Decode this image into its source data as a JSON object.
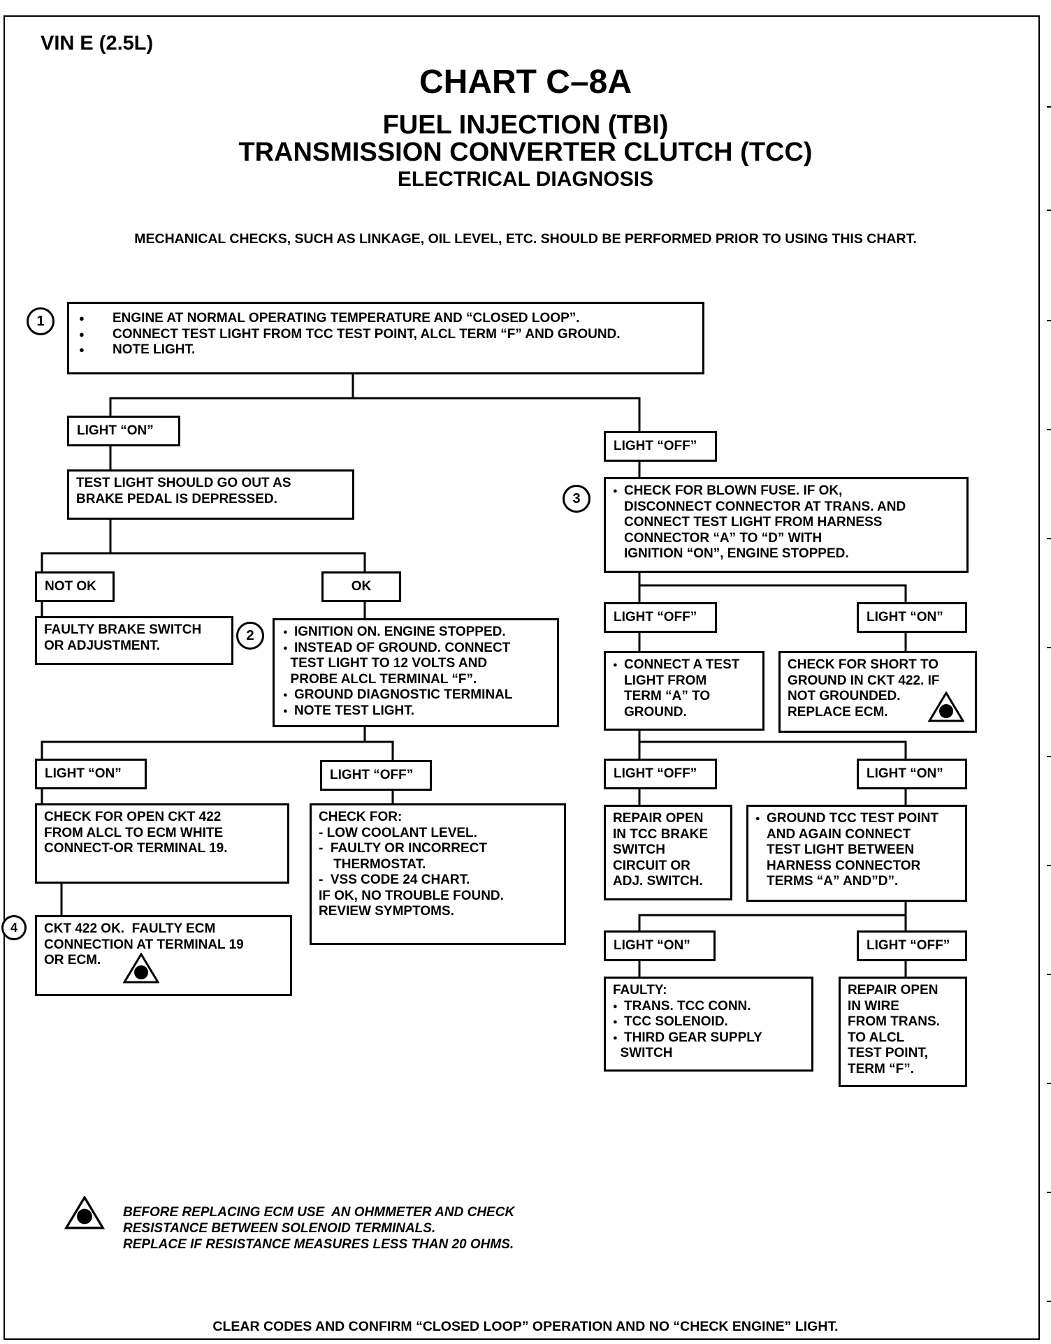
{
  "header": {
    "vin": "VIN E (2.5L)",
    "chart_no": "CHART C–8A",
    "title_1": "FUEL INJECTION (TBI)",
    "title_2": "TRANSMISSION CONVERTER CLUTCH (TCC)",
    "title_3": "ELECTRICAL DIAGNOSIS"
  },
  "mech_note": "MECHANICAL CHECKS, SUCH AS LINKAGE, OIL LEVEL, ETC. SHOULD BE PERFORMED PRIOR TO USING THIS CHART.",
  "steps": {
    "s1": "1",
    "s2": "2",
    "s3": "3",
    "s4": "4"
  },
  "boxes": {
    "b1": [
      "ENGINE AT NORMAL OPERATING TEMPERATURE AND “CLOSED LOOP”.",
      "CONNECT TEST LIGHT FROM TCC TEST POINT, ALCL TERM “F” AND GROUND.",
      "NOTE LIGHT."
    ],
    "test_brake": [
      "TEST LIGHT SHOULD GO OUT AS",
      "BRAKE PEDAL IS DEPRESSED."
    ],
    "faulty_brake": [
      "FAULTY BRAKE SWITCH",
      "OR ADJUSTMENT."
    ],
    "ignition": [
      "IGNITION ON. ENGINE STOPPED.",
      "INSTEAD OF GROUND. CONNECT",
      "  TEST LIGHT TO 12 VOLTS AND",
      "  PROBE ALCL TERMINAL “F”.",
      "GROUND DIAGNOSTIC TERMINAL",
      "NOTE TEST LIGHT."
    ],
    "open_ckt": [
      "CHECK FOR OPEN CKT 422",
      "FROM ALCL TO ECM WHITE",
      "CONNECT-OR TERMINAL 19."
    ],
    "check_for": [
      "CHECK FOR:",
      "- LOW COOLANT LEVEL.",
      "-  FAULTY OR INCORRECT",
      "    THERMOSTAT.",
      "-  VSS CODE 24 CHART.",
      "IF OK, NO TROUBLE FOUND.",
      "REVIEW SYMPTOMS."
    ],
    "ckt_ok": [
      "CKT 422 OK.  FAULTY ECM",
      "CONNECTION AT TERMINAL 19",
      "OR ECM."
    ],
    "blown_fuse": [
      "CHECK FOR BLOWN FUSE. IF OK,",
      "DISCONNECT CONNECTOR AT TRANS. AND",
      "CONNECT TEST LIGHT FROM HARNESS",
      "CONNECTOR “A” TO “D” WITH",
      "IGNITION “ON”, ENGINE STOPPED."
    ],
    "connect_test": [
      "CONNECT A TEST",
      "LIGHT FROM",
      "TERM “A” TO",
      "GROUND."
    ],
    "short_ground": [
      "CHECK FOR SHORT TO",
      "GROUND IN CKT 422. IF",
      "NOT GROUNDED.",
      "REPLACE ECM."
    ],
    "repair_brake": [
      "REPAIR OPEN",
      "IN TCC BRAKE",
      "SWITCH",
      "CIRCUIT OR",
      "ADJ. SWITCH."
    ],
    "ground_tcc": [
      "GROUND TCC TEST POINT",
      "AND AGAIN CONNECT",
      "TEST LIGHT BETWEEN",
      "HARNESS CONNECTOR",
      "TERMS “A” AND”D”."
    ],
    "faulty_parts": [
      "FAULTY:",
      "TRANS. TCC CONN.",
      "TCC SOLENOID.",
      "THIRD GEAR SUPPLY",
      "  SWITCH"
    ],
    "repair_wire": [
      "REPAIR OPEN",
      "IN WIRE",
      "FROM TRANS.",
      "TO ALCL",
      "TEST POINT,",
      "TERM “F”."
    ]
  },
  "labels": {
    "on_1": "LIGHT “ON”",
    "off_1": "LIGHT “OFF”",
    "not_ok": "NOT OK",
    "ok": "OK",
    "on_2": "LIGHT “ON”",
    "off_2": "LIGHT “OFF”",
    "off_3": "LIGHT “OFF”",
    "on_3": "LIGHT “ON”",
    "off_4": "LIGHT “OFF”",
    "on_4": "LIGHT “ON”",
    "on_5": "LIGHT “ON”",
    "off_5": "LIGHT “OFF”"
  },
  "warning_note": [
    "BEFORE REPLACING ECM USE  AN OHMMETER AND CHECK",
    "RESISTANCE BETWEEN SOLENOID TERMINALS.",
    "REPLACE IF RESISTANCE MEASURES LESS THAN 20 OHMS."
  ],
  "footer": "CLEAR CODES AND CONFIRM “CLOSED LOOP” OPERATION AND NO “CHECK ENGINE” LIGHT.",
  "icons": {
    "warning": "ecm-warning-triangle-icon"
  }
}
